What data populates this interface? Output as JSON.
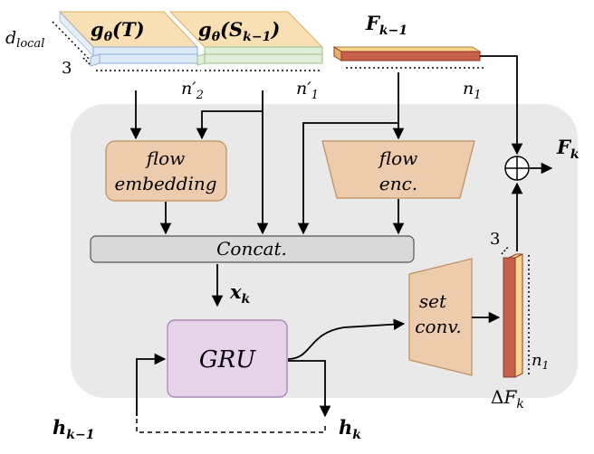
{
  "inputs": {
    "g_T": "g_θ(T)",
    "g_S": "g_θ(S_{k-1})",
    "F_prev": "F_{k-1}",
    "d_local": "d_local",
    "three_a": "3",
    "n2_prime": "n'_2",
    "n1_prime": "n'_1",
    "n1_top": "n_1"
  },
  "blocks": {
    "flow_embedding": [
      "flow",
      "embedding"
    ],
    "flow_enc": [
      "flow",
      "enc."
    ],
    "concat": "Concat.",
    "gru": "GRU",
    "set_conv": [
      "set",
      "conv."
    ]
  },
  "labels": {
    "x_k": "x_k",
    "h_prev": "h_{k-1}",
    "h_k": "h_k",
    "F_k": "F_k",
    "delta_F": "ΔF_k",
    "three_b": "3",
    "n1_right": "n_1",
    "plus": "⊕"
  },
  "colors": {
    "panel": "#e9e9e9",
    "block_fill": "#ecccad",
    "block_stroke": "#bf8f60",
    "gru_fill": "#e6d3ea",
    "gru_stroke": "#a07ab0",
    "concat_fill": "#d9d9d9",
    "blue_slab": "#dce9f7",
    "green_slab": "#dfeed6",
    "orange_top": "#f8dfb4",
    "red_slab": "#c66048"
  }
}
